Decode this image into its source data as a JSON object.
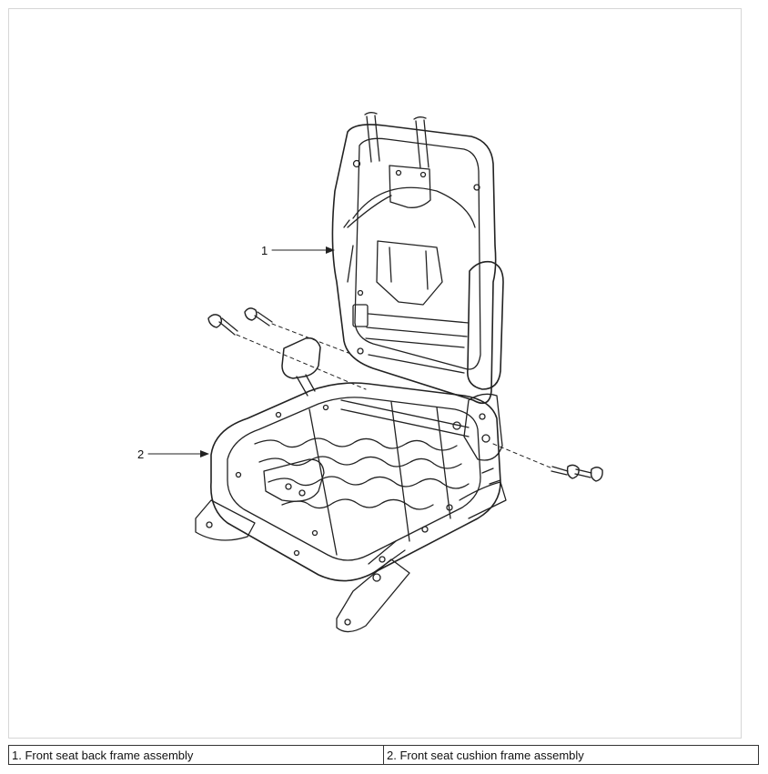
{
  "diagram": {
    "callouts": [
      {
        "number": "1"
      },
      {
        "number": "2"
      }
    ]
  },
  "legend": {
    "items": [
      {
        "label": "1. Front seat back frame assembly"
      },
      {
        "label": "2. Front seat cushion frame assembly"
      }
    ]
  },
  "colors": {
    "line": "#222222",
    "frame_border": "#d6d6d6",
    "table_border": "#333333"
  }
}
